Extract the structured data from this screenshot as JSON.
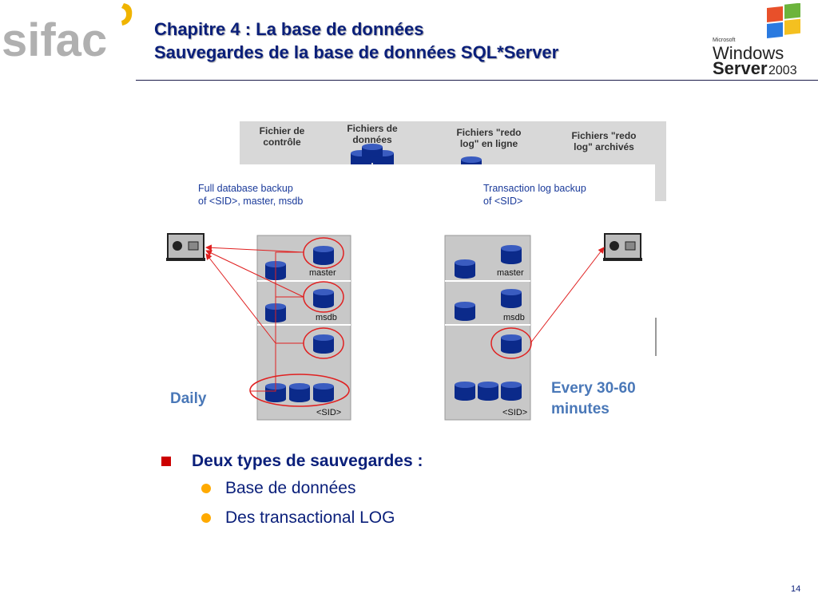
{
  "logos": {
    "left": "sifac",
    "right_small": "Microsoft",
    "right_line1": "Windows",
    "right_line2": "Server",
    "right_year": "2003"
  },
  "title": {
    "line1": "Chapitre 4 : La base de données",
    "line2": "Sauvegardes de la base de données  SQL*Server"
  },
  "diagram": {
    "top_headers": [
      "Fichier de",
      "contrôle",
      "Fichiers de",
      "données",
      "Fichiers \"redo",
      "log\" en ligne",
      "Fichiers \"redo",
      "log\" archivés"
    ],
    "full_backup_line1": "Full database backup",
    "full_backup_line2": "of <SID>, master, msdb",
    "tlog_backup_line1": "Transaction log backup",
    "tlog_backup_line2": "of <SID>",
    "left_db_labels": [
      "master",
      "msdb",
      "<SID>"
    ],
    "right_db_labels": [
      "master",
      "msdb",
      "<SID>"
    ],
    "daily": "Daily",
    "every_line1": "Every 30-60",
    "every_line2": "minutes",
    "colors": {
      "cylinder": "#0b2a8a",
      "panel": "#c8c8c8",
      "highlight": "#e02020",
      "caption": "#4a78b8"
    }
  },
  "bullets": {
    "heading": "Deux types de sauvegardes :",
    "items": [
      "Base de données",
      "Des transactional LOG"
    ]
  },
  "page_number": "14"
}
